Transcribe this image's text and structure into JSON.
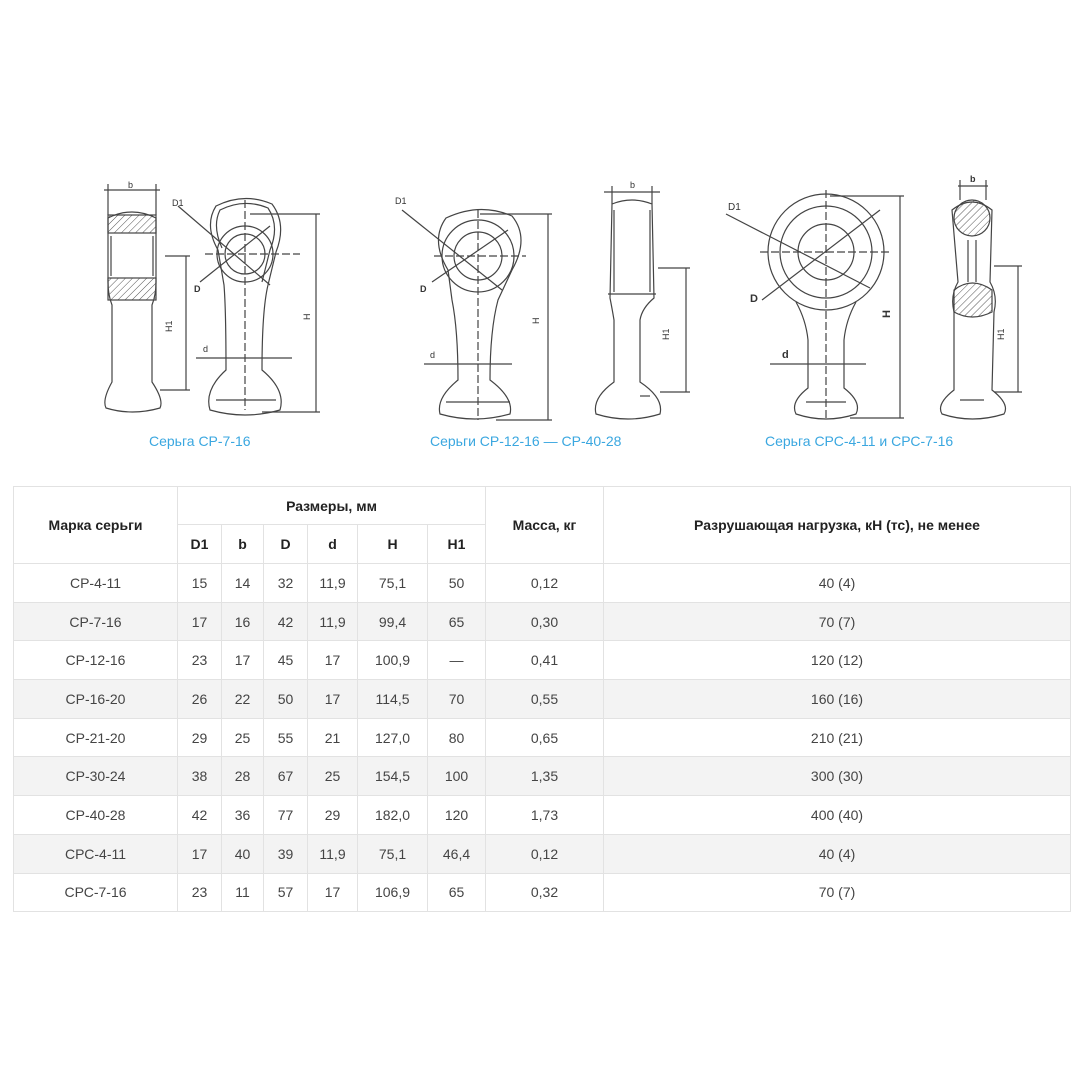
{
  "figures": {
    "captions": [
      "Серьга СР-7-16",
      "Серьги СР-12-16 — СР-40-28",
      "Серьга СРС-4-11 и СРС-7-16"
    ],
    "labels": {
      "fig1": {
        "b": "b",
        "D1": "D1",
        "D": "D",
        "H1": "H1",
        "d": "d",
        "H": "H"
      },
      "fig2": {
        "D1": "D1",
        "D": "D",
        "d": "d",
        "H": "H",
        "b": "b",
        "H1": "H1"
      },
      "fig3": {
        "D1": "D1",
        "D": "D",
        "d": "d",
        "H": "H",
        "b": "b",
        "H1": "H1"
      }
    },
    "caption_color": "#3aa7e0"
  },
  "table": {
    "headers": {
      "brand": "Марка серьги",
      "dimensions": "Размеры, мм",
      "mass": "Масса, кг",
      "load": "Разрушающая нагрузка, кН (тс), не менее",
      "sub": [
        "D1",
        "b",
        "D",
        "d",
        "H",
        "H1"
      ]
    },
    "rows": [
      [
        "СР-4-11",
        "15",
        "14",
        "32",
        "11,9",
        "75,1",
        "50",
        "0,12",
        "40 (4)"
      ],
      [
        "СР-7-16",
        "17",
        "16",
        "42",
        "11,9",
        "99,4",
        "65",
        "0,30",
        "70 (7)"
      ],
      [
        "СР-12-16",
        "23",
        "17",
        "45",
        "17",
        "100,9",
        "—",
        "0,41",
        "120 (12)"
      ],
      [
        "СР-16-20",
        "26",
        "22",
        "50",
        "17",
        "114,5",
        "70",
        "0,55",
        "160 (16)"
      ],
      [
        "СР-21-20",
        "29",
        "25",
        "55",
        "21",
        "127,0",
        "80",
        "0,65",
        "210 (21)"
      ],
      [
        "СР-30-24",
        "38",
        "28",
        "67",
        "25",
        "154,5",
        "100",
        "1,35",
        "300 (30)"
      ],
      [
        "СР-40-28",
        "42",
        "36",
        "77",
        "29",
        "182,0",
        "120",
        "1,73",
        "400 (40)"
      ],
      [
        "СРС-4-11",
        "17",
        "40",
        "39",
        "11,9",
        "75,1",
        "46,4",
        "0,12",
        "40 (4)"
      ],
      [
        "СРС-7-16",
        "23",
        "11",
        "57",
        "17",
        "106,9",
        "65",
        "0,32",
        "70 (7)"
      ]
    ]
  }
}
